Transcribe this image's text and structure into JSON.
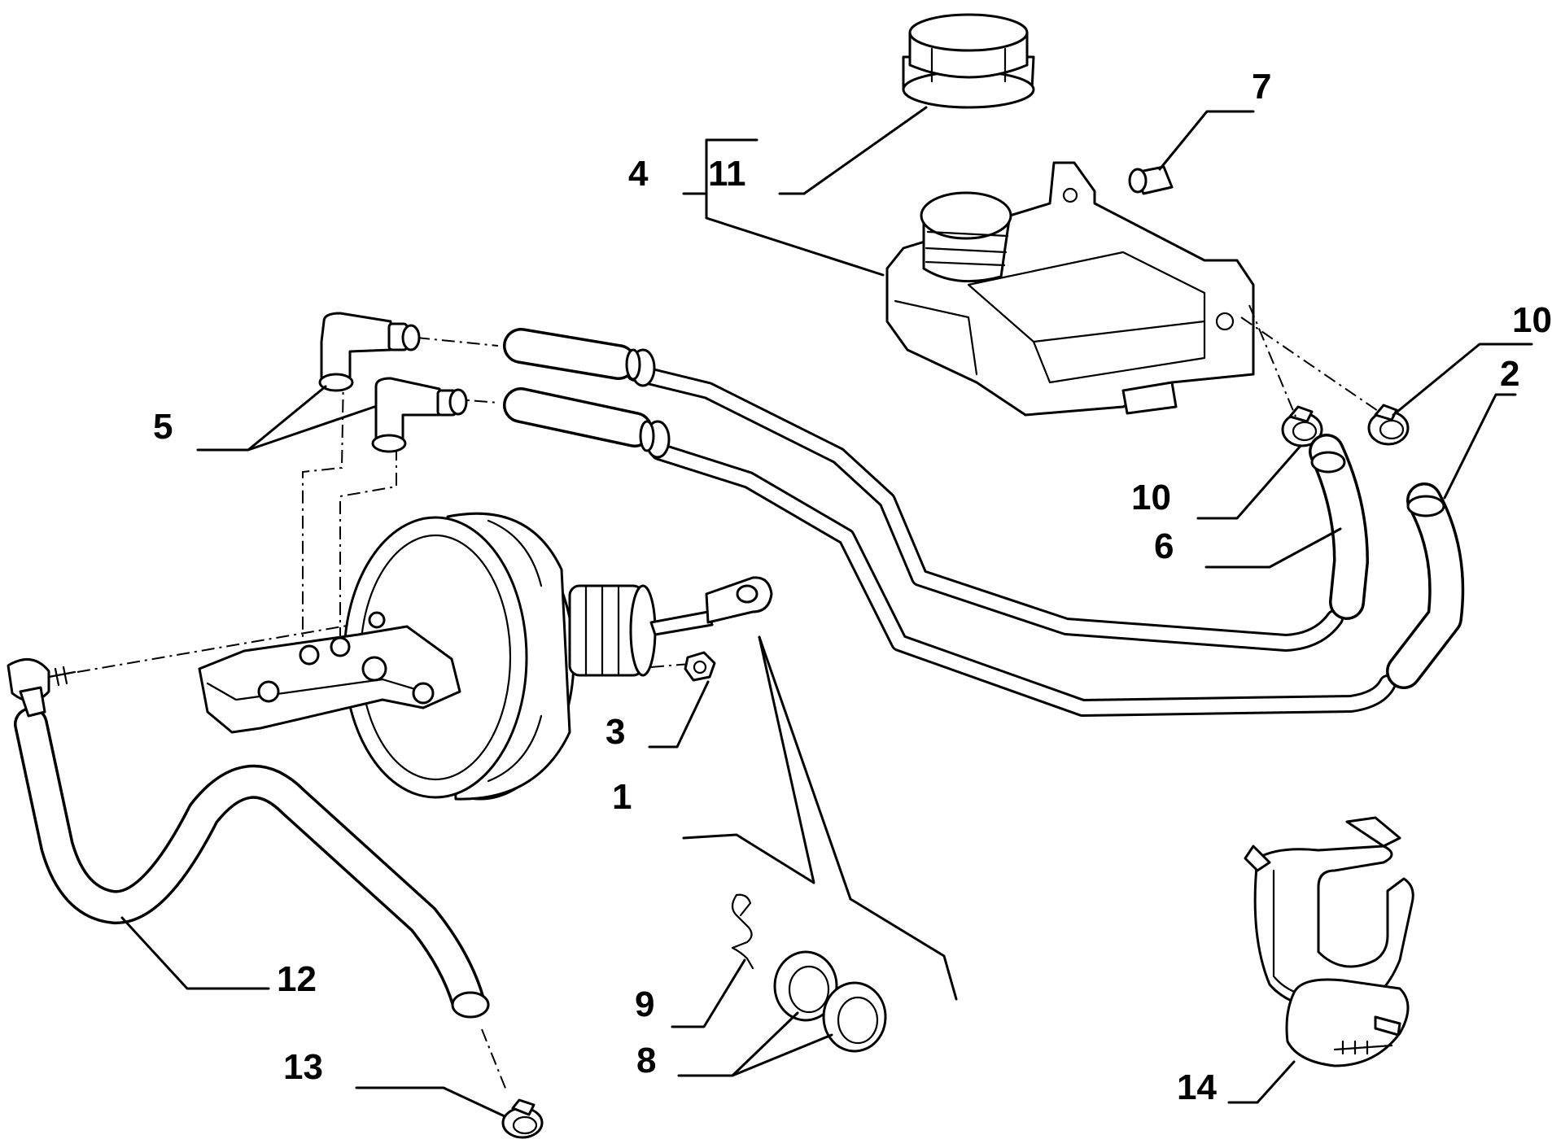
{
  "callouts": [
    {
      "id": "4",
      "text": "4"
    },
    {
      "id": "11",
      "text": "11"
    },
    {
      "id": "7",
      "text": "7"
    },
    {
      "id": "10a",
      "text": "10"
    },
    {
      "id": "2",
      "text": "2"
    },
    {
      "id": "5",
      "text": "5"
    },
    {
      "id": "10b",
      "text": "10"
    },
    {
      "id": "6",
      "text": "6"
    },
    {
      "id": "3",
      "text": "3"
    },
    {
      "id": "1",
      "text": "1"
    },
    {
      "id": "12",
      "text": "12"
    },
    {
      "id": "9",
      "text": "9"
    },
    {
      "id": "8",
      "text": "8"
    },
    {
      "id": "13",
      "text": "13"
    },
    {
      "id": "14",
      "text": "14"
    }
  ]
}
